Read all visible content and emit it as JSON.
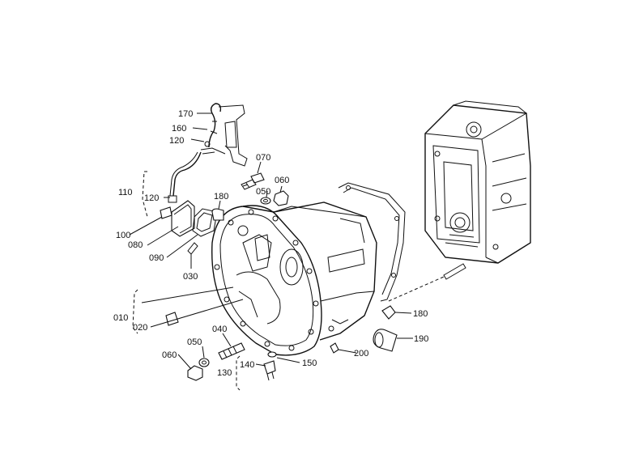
{
  "labels": {
    "p170": "170",
    "p160": "160",
    "p120a": "120",
    "p070": "070",
    "p060a": "060",
    "p110": "110",
    "p120b": "120",
    "p050a": "050",
    "p180a": "180",
    "p100": "100",
    "p080": "080",
    "p090": "090",
    "p030": "030",
    "p010": "010",
    "p020": "020",
    "p040": "040",
    "p050b": "050",
    "p060b": "060",
    "p140": "140",
    "p150": "150",
    "p130": "130",
    "p200": "200",
    "p190": "190",
    "p180b": "180"
  }
}
